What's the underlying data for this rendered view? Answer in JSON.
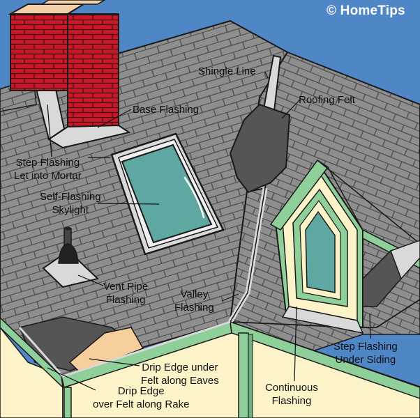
{
  "watermark": "© HomeTips",
  "labels": {
    "shingle_line": "Shingle Line",
    "roofing_felt": "Roofing Felt",
    "base_flashing": "Base Flashing",
    "step_flashing_mortar": [
      "Step Flashing",
      "Let into Mortar"
    ],
    "self_flashing_skylight": [
      "Self-Flashing",
      "Skylight"
    ],
    "vent_pipe_flashing": [
      "Vent Pipe",
      "Flashing"
    ],
    "valley_flashing": [
      "Valley",
      "Flashing"
    ],
    "drip_edge_eaves": [
      "Drip Edge under",
      "Felt along Eaves"
    ],
    "drip_edge_rake": [
      "Drip Edge",
      "over Felt along Rake"
    ],
    "continuous_flashing": [
      "Continuous",
      "Flashing"
    ],
    "step_flashing_siding": [
      "Step Flashing",
      "Under Siding"
    ]
  },
  "colors": {
    "sky": "#4f86c6",
    "shingle": "#8e8e8e",
    "shingle_line": "#5c5c5c",
    "felt": "#555555",
    "brick": "#c8182a",
    "flashing": "#d9d9d9",
    "skylight_glass": "#5fa7a1",
    "trim_green": "#8fcf9a",
    "wall_cream": "#fcf3c8",
    "decking_tan": "#f7cf9d"
  }
}
